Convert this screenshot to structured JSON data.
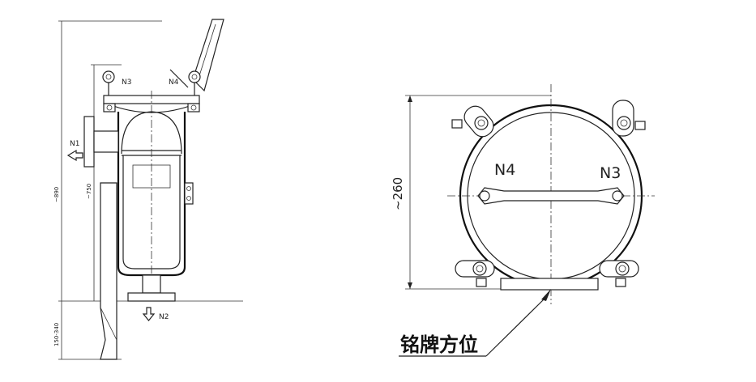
{
  "side_view": {
    "nozzle_n1": "N1",
    "nozzle_n2": "N2",
    "nozzle_n3": "N3",
    "nozzle_n4": "N4",
    "dim_total_height": "~890",
    "dim_body_height": "~750",
    "dim_bottom": "150-340"
  },
  "top_view": {
    "nozzle_n4": "N4",
    "nozzle_n3": "N3",
    "dim_diameter": "~260",
    "nameplate_label": "铭牌方位"
  }
}
